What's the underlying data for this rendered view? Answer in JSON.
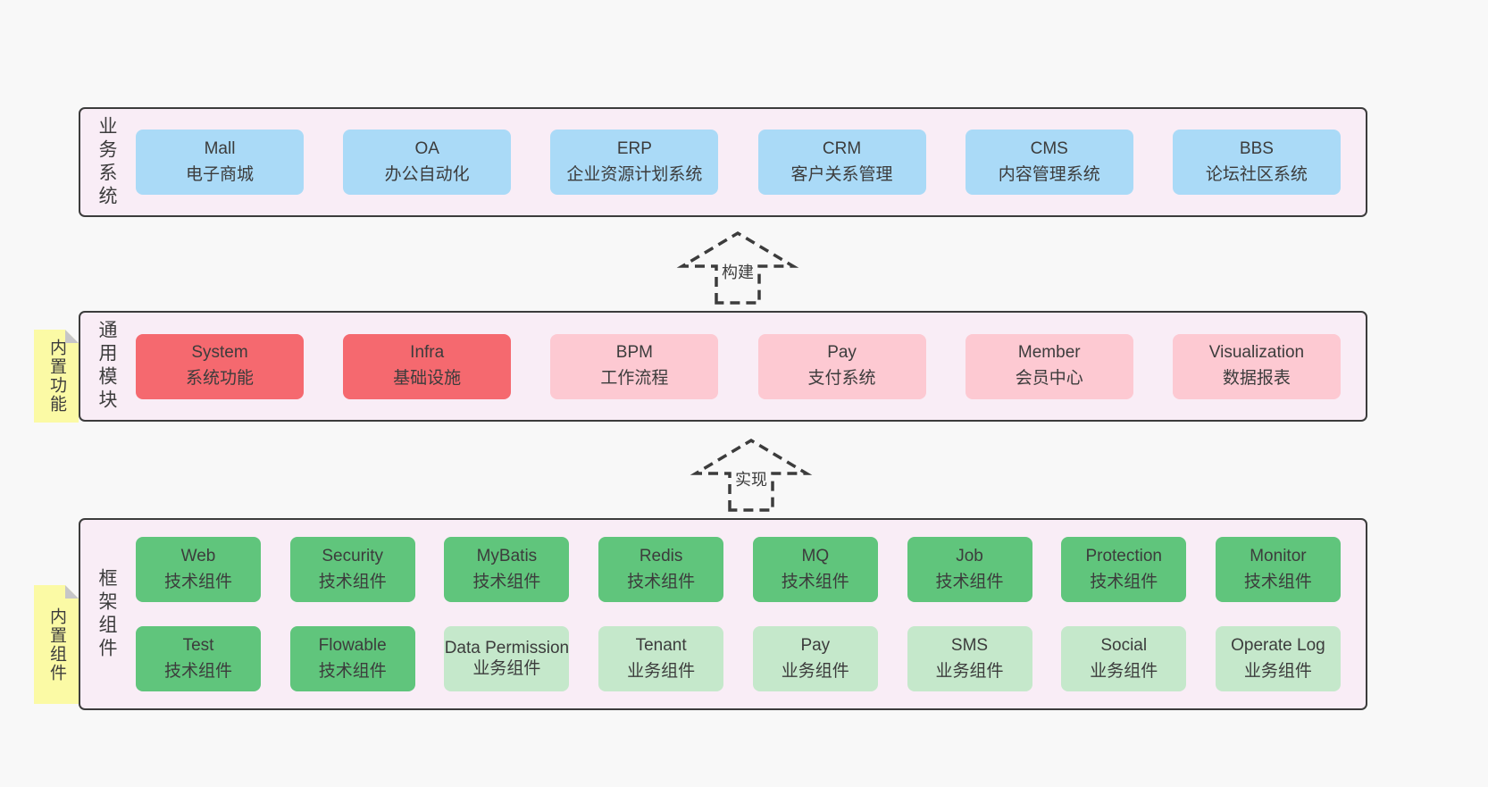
{
  "colors": {
    "page_bg": "#f8f8f8",
    "band_bg": "#f9edf6",
    "band_border": "#3c3c3c",
    "blue": "#aadaf7",
    "red": "#f5696f",
    "pink": "#fdc9d2",
    "green_dark": "#60c57c",
    "green_light": "#c5e8cb",
    "sticky_yellow": "#fbfaa5",
    "sticky_fold": "#c6c6c8",
    "text": "#3c3c3c"
  },
  "band1": {
    "label": "业务系统",
    "boxes": [
      {
        "title": "Mall",
        "subtitle": "电子商城"
      },
      {
        "title": "OA",
        "subtitle": "办公自动化"
      },
      {
        "title": "ERP",
        "subtitle": "企业资源计划系统"
      },
      {
        "title": "CRM",
        "subtitle": "客户关系管理"
      },
      {
        "title": "CMS",
        "subtitle": "内容管理系统"
      },
      {
        "title": "BBS",
        "subtitle": "论坛社区系统"
      }
    ]
  },
  "arrow1": {
    "label": "构建"
  },
  "band2": {
    "label": "通用模块",
    "sticky": "内置功能",
    "boxes": [
      {
        "title": "System",
        "subtitle": "系统功能"
      },
      {
        "title": "Infra",
        "subtitle": "基础设施"
      },
      {
        "title": "BPM",
        "subtitle": "工作流程"
      },
      {
        "title": "Pay",
        "subtitle": "支付系统"
      },
      {
        "title": "Member",
        "subtitle": "会员中心"
      },
      {
        "title": "Visualization",
        "subtitle": "数据报表"
      }
    ]
  },
  "arrow2": {
    "label": "实现"
  },
  "band3": {
    "label": "框架组件",
    "sticky": "内置组件",
    "row1": [
      {
        "title": "Web",
        "subtitle": "技术组件"
      },
      {
        "title": "Security",
        "subtitle": "技术组件"
      },
      {
        "title": "MyBatis",
        "subtitle": "技术组件"
      },
      {
        "title": "Redis",
        "subtitle": "技术组件"
      },
      {
        "title": "MQ",
        "subtitle": "技术组件"
      },
      {
        "title": "Job",
        "subtitle": "技术组件"
      },
      {
        "title": "Protection",
        "subtitle": "技术组件"
      },
      {
        "title": "Monitor",
        "subtitle": "技术组件"
      }
    ],
    "row2": [
      {
        "title": "Test",
        "subtitle": "技术组件"
      },
      {
        "title": "Flowable",
        "subtitle": "技术组件"
      },
      {
        "title": "Data Permission",
        "subtitle": "业务组件"
      },
      {
        "title": "Tenant",
        "subtitle": "业务组件"
      },
      {
        "title": "Pay",
        "subtitle": "业务组件"
      },
      {
        "title": "SMS",
        "subtitle": "业务组件"
      },
      {
        "title": "Social",
        "subtitle": "业务组件"
      },
      {
        "title": "Operate Log",
        "subtitle": "业务组件"
      }
    ]
  }
}
